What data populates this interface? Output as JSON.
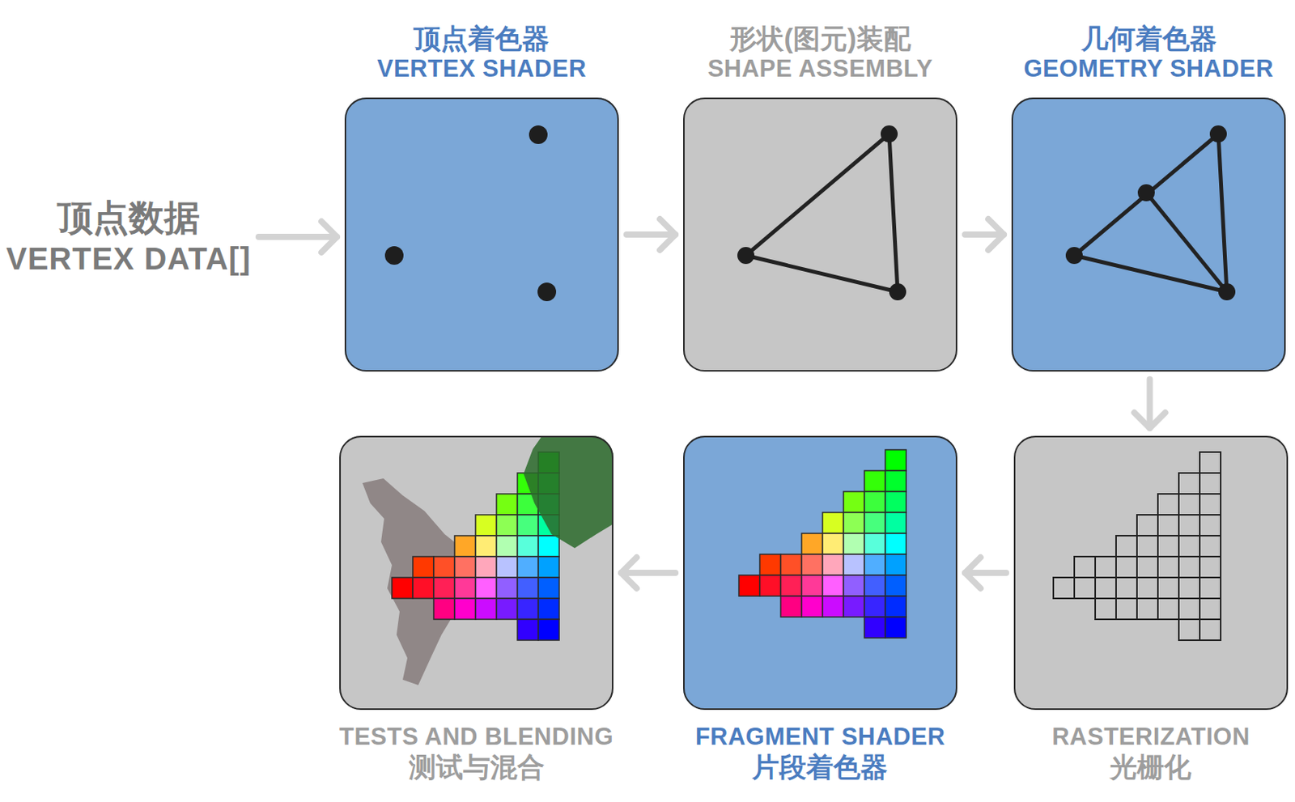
{
  "diagram": {
    "nodes": [
      {
        "text": [
          "顶点数据",
          "VERTEX DATA[]"
        ]
      },
      {
        "text": [
          "顶点着色器",
          "VERTEX SHADER"
        ]
      },
      {
        "text": [
          "形状(图元)装配",
          "SHAPE ASSEMBLY"
        ]
      },
      {
        "text": [
          "几何着色器",
          "GEOMETRY SHADER"
        ]
      },
      {
        "text": [
          "RASTERIZATION",
          "光栅化"
        ]
      },
      {
        "text": [
          "FRAGMENT SHADER",
          "片段着色器"
        ]
      },
      {
        "text": [
          "TESTS AND BLENDING",
          "测试与混合"
        ]
      }
    ],
    "edges": [
      {
        "from": 0,
        "to": 1,
        "arrow": "to"
      },
      {
        "from": 1,
        "to": 2,
        "arrow": "to"
      },
      {
        "from": 2,
        "to": 3,
        "arrow": "to"
      },
      {
        "from": 3,
        "to": 4,
        "arrow": "to"
      },
      {
        "from": 4,
        "to": 5,
        "arrow": "to"
      },
      {
        "from": 5,
        "to": 6,
        "arrow": "to"
      }
    ]
  }
}
